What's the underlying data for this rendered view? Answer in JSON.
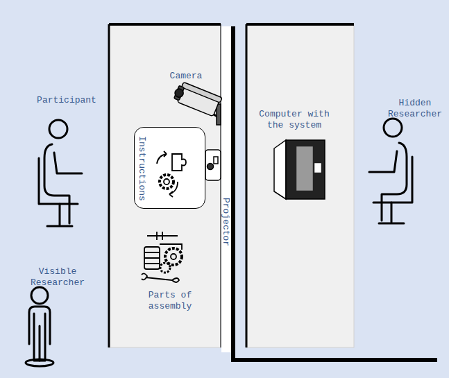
{
  "diagram": {
    "nodes": [
      {
        "text": [
          "Instructions"
        ]
      }
    ],
    "labels": [
      "Participant",
      "Visible Researcher",
      "Camera",
      "Computer with the system",
      "Hidden Researcher",
      "Projector",
      "Parts of assembly"
    ]
  }
}
